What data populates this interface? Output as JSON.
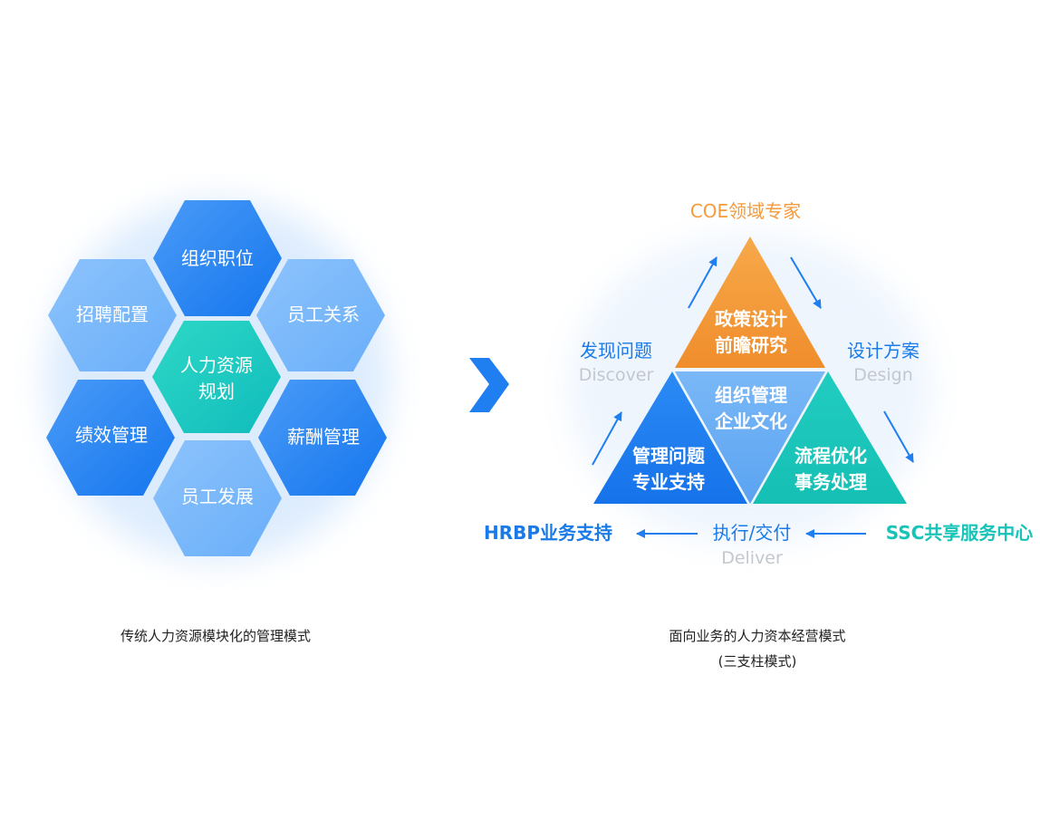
{
  "colors": {
    "hex_blue_dark": "#1f7ef0",
    "hex_blue_light": "#7ab8fb",
    "hex_teal": "#19c9bd",
    "coe_orange": "#f49b3c",
    "hrbp_blue": "#1a7ae8",
    "ssc_teal": "#18c3b7",
    "center_light": "#66acf3",
    "arrow_blue": "#1f7ef0",
    "secondary_gray": "#c4c8ce"
  },
  "left_model": {
    "hexagons": [
      {
        "id": "center",
        "lines": [
          "人力资源",
          "规划"
        ],
        "color": "teal"
      },
      {
        "id": "top",
        "lines": [
          "组织职位"
        ],
        "color": "dark"
      },
      {
        "id": "upper-left",
        "lines": [
          "招聘配置"
        ],
        "color": "light"
      },
      {
        "id": "upper-right",
        "lines": [
          "员工关系"
        ],
        "color": "light"
      },
      {
        "id": "lower-left",
        "lines": [
          "绩效管理"
        ],
        "color": "dark"
      },
      {
        "id": "lower-right",
        "lines": [
          "薪酬管理"
        ],
        "color": "dark"
      },
      {
        "id": "bottom",
        "lines": [
          "员工发展"
        ],
        "color": "light"
      }
    ],
    "caption": "传统人力资源模块化的管理模式"
  },
  "divider_icon": "chevron-right-icon",
  "right_model": {
    "coe_label": "COE领域专家",
    "hrbp_label": "HRBP业务支持",
    "ssc_label": "SSC共享服务中心",
    "top_triangle": [
      "政策设计",
      "前瞻研究"
    ],
    "center_triangle": [
      "组织管理",
      "企业文化"
    ],
    "left_triangle": [
      "管理问题",
      "专业支持"
    ],
    "right_triangle": [
      "流程优化",
      "事务处理"
    ],
    "discover": {
      "cn": "发现问题",
      "en": "Discover"
    },
    "design": {
      "cn": "设计方案",
      "en": "Design"
    },
    "deliver": {
      "cn": "执行/交付",
      "en": "Deliver"
    },
    "caption_line1": "面向业务的人力资本经营模式",
    "caption_line2": "(三支柱模式)"
  }
}
